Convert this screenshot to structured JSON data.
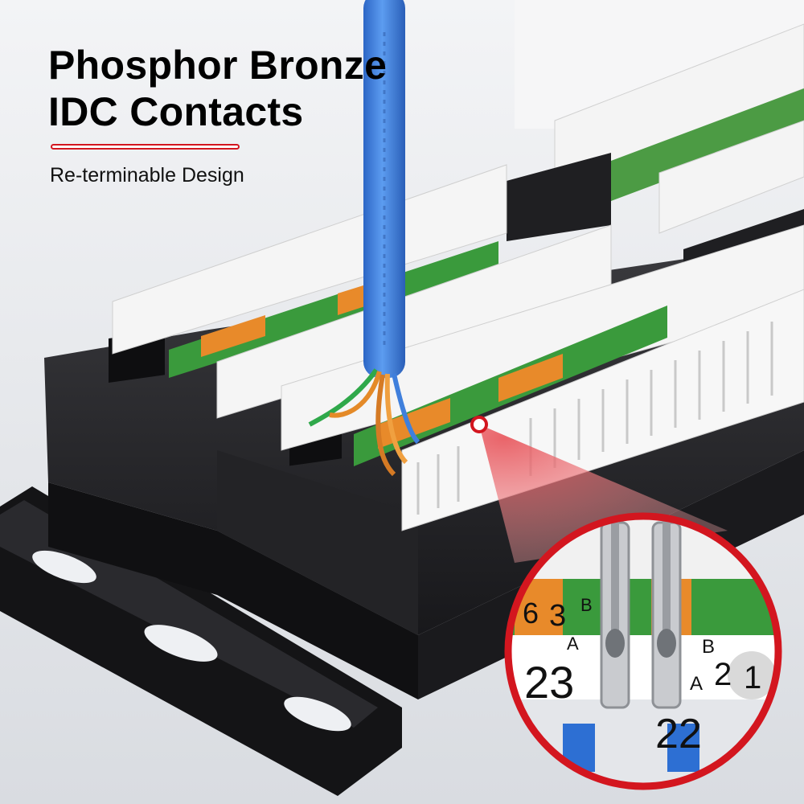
{
  "headline": {
    "line1": "Phosphor Bronze",
    "line2": "IDC Contacts"
  },
  "subtitle": "Re-terminable Design",
  "colors": {
    "accent_red": "#d3161f",
    "cable_blue": "#3f7fdc",
    "panel_black": "#1f1f22",
    "block_white": "#f4f4f4",
    "label_green": "#3a9a3c",
    "label_orange": "#e88a2a"
  },
  "magnifier": {
    "numbers": [
      "6",
      "3",
      "23",
      "22",
      "2",
      "1"
    ],
    "pair_letters": [
      "B",
      "A",
      "B",
      "A"
    ]
  }
}
